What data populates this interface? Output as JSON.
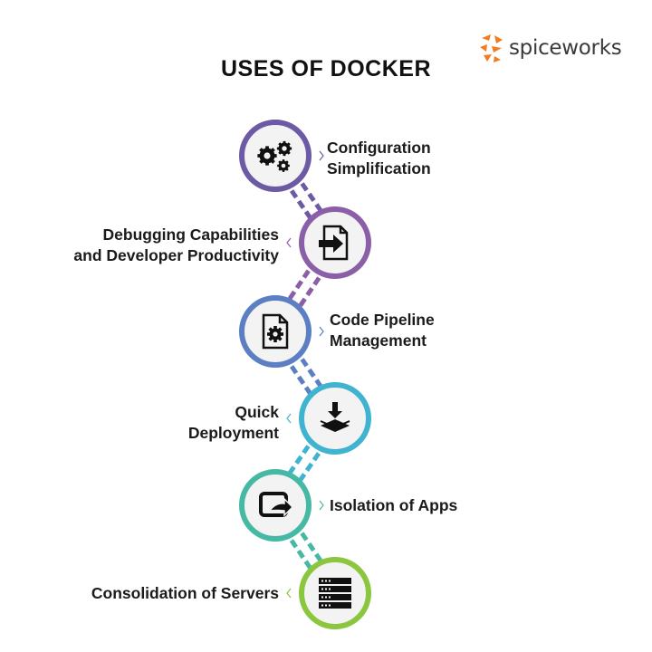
{
  "header": {
    "title": "USES OF DOCKER",
    "brand_name": "spiceworks",
    "brand_color": "#f47b20"
  },
  "items": [
    {
      "label": "Configuration\nSimplification",
      "icon": "gears-icon",
      "color": "#6d5aa4",
      "side": "right"
    },
    {
      "label": "Debugging Capabilities\nand Developer Productivity",
      "icon": "file-import-icon",
      "color": "#8b5fa8",
      "side": "left"
    },
    {
      "label": "Code Pipeline\nManagement",
      "icon": "file-settings-icon",
      "color": "#5b7fc2",
      "side": "right"
    },
    {
      "label": "Quick\nDeployment",
      "icon": "download-layers-icon",
      "color": "#3fb3cf",
      "side": "left"
    },
    {
      "label": "Isolation of Apps",
      "icon": "window-redirect-icon",
      "color": "#45b9a3",
      "side": "right"
    },
    {
      "label": "Consolidation of Servers",
      "icon": "server-rack-icon",
      "color": "#8bc63f",
      "side": "left"
    }
  ]
}
